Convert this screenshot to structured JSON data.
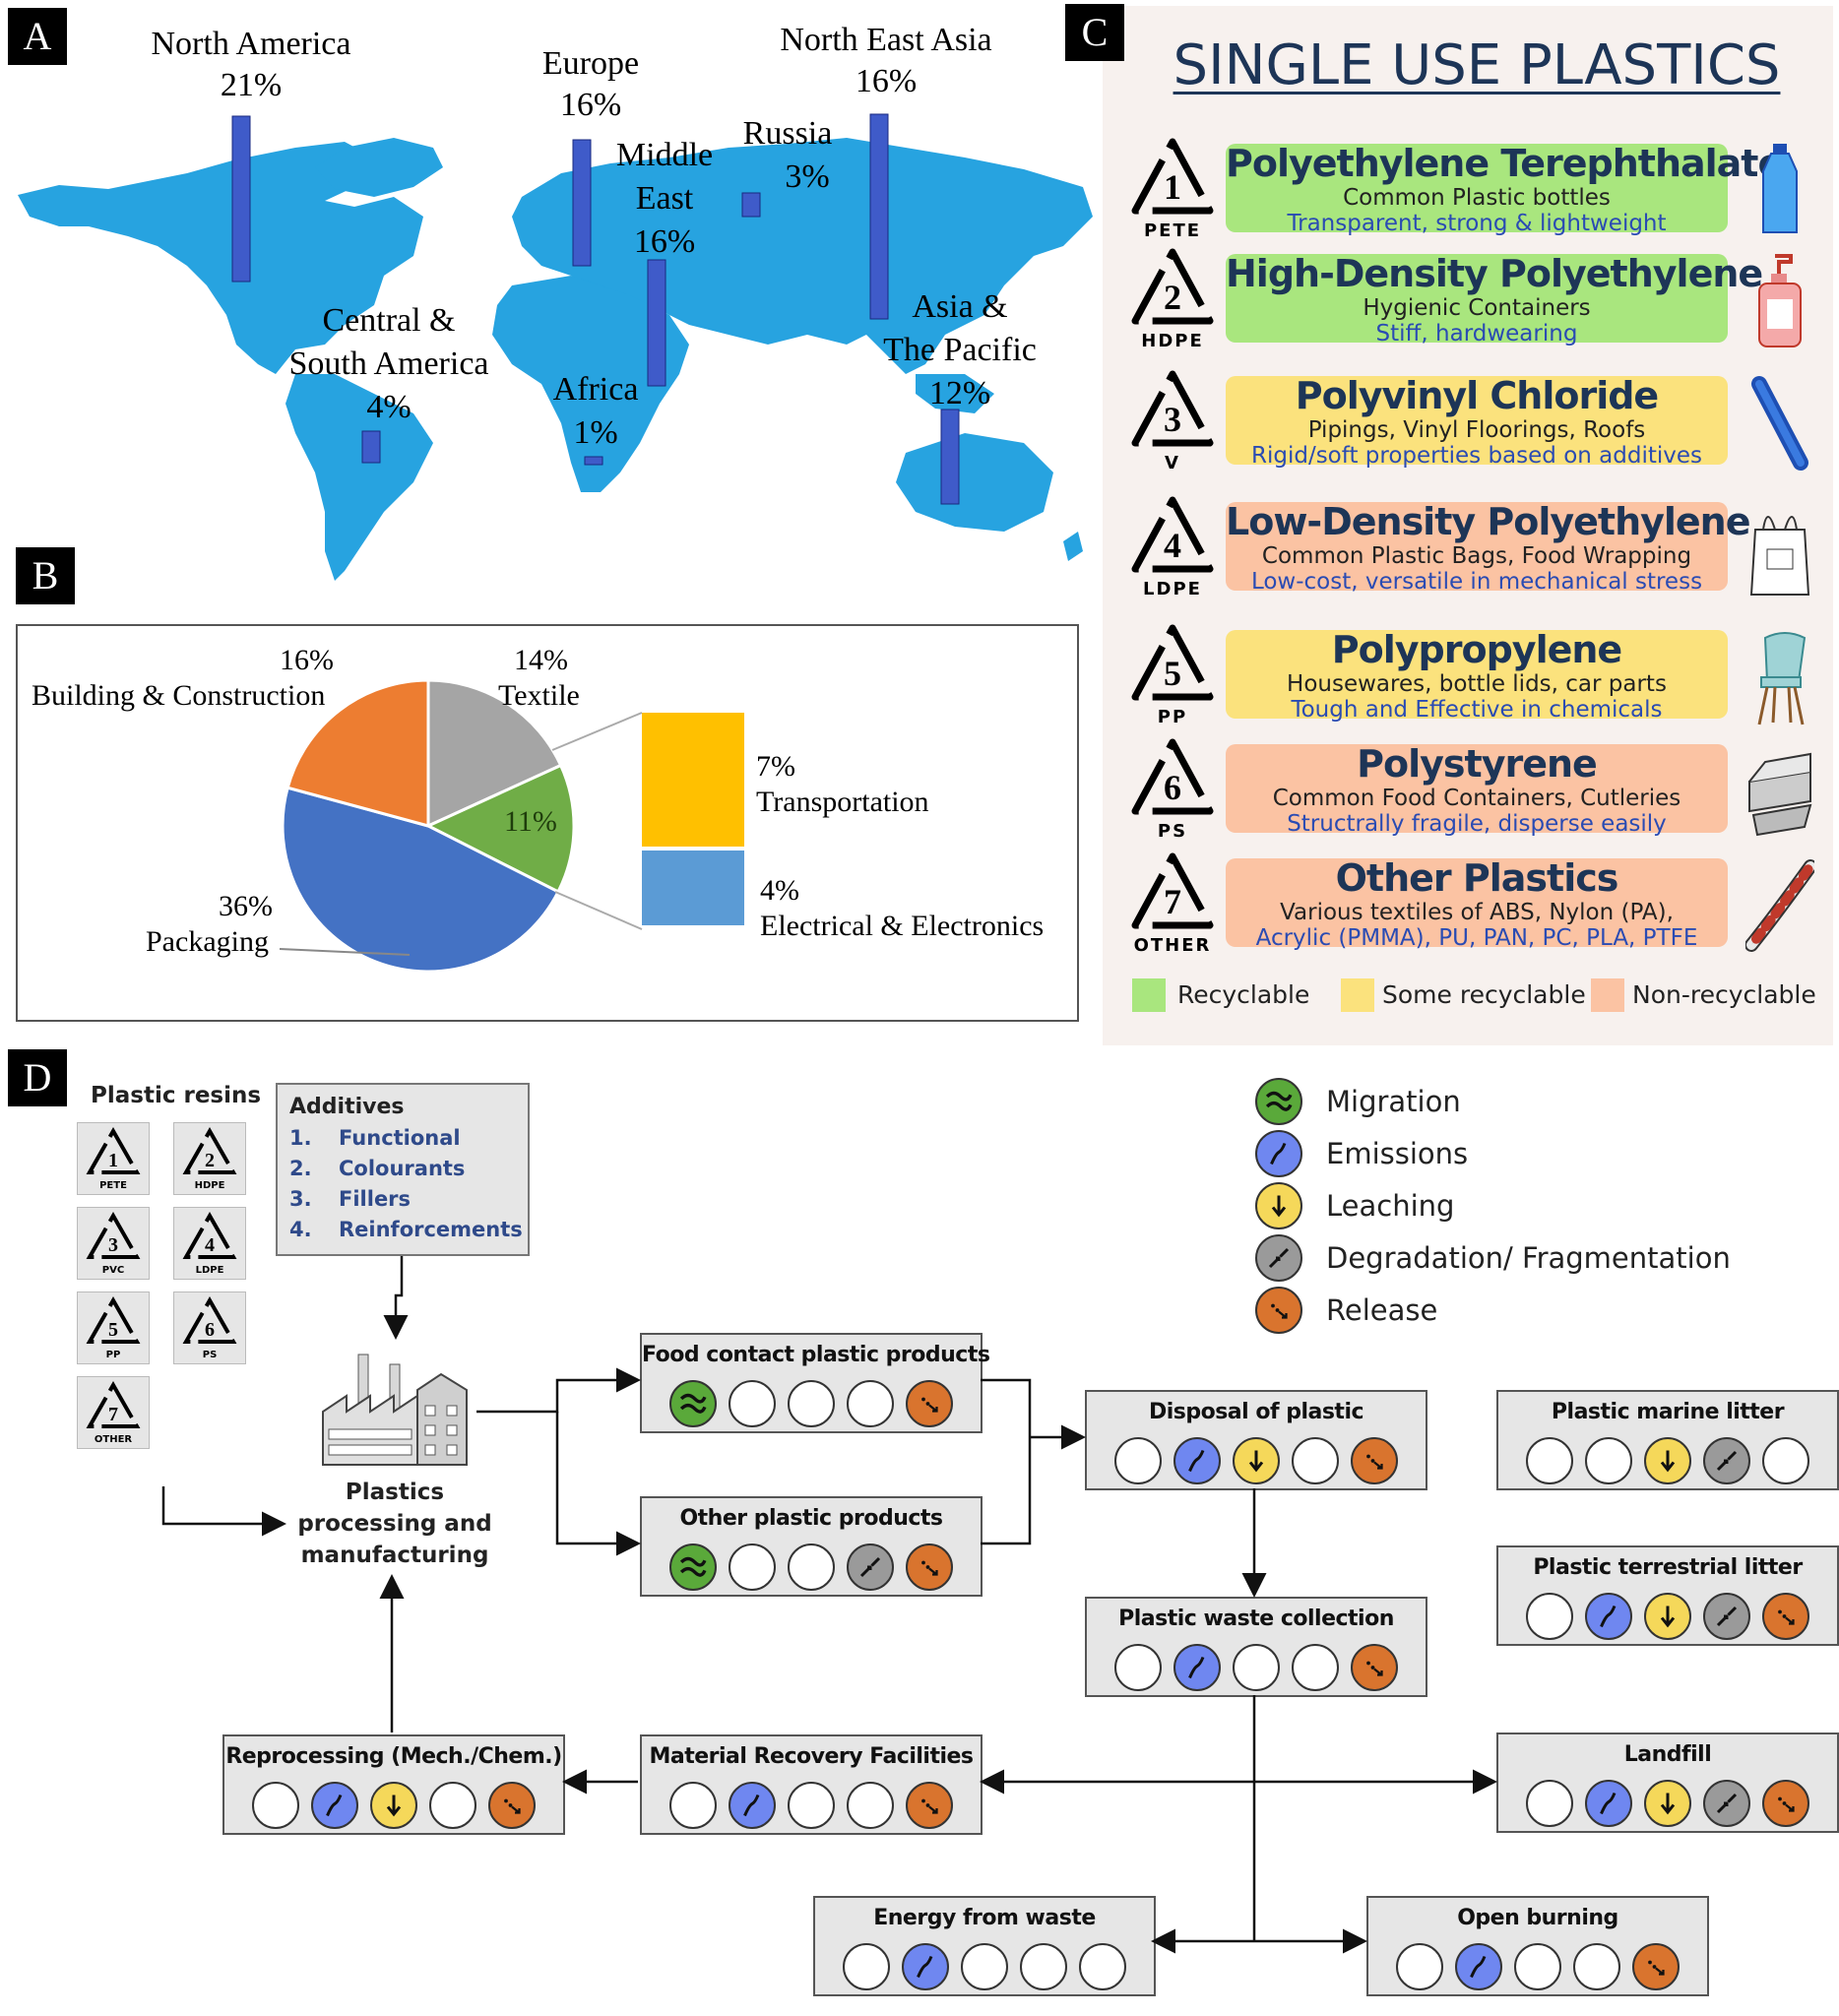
{
  "panel_letters": {
    "a": "A",
    "b": "B",
    "c": "C",
    "d": "D"
  },
  "map": {
    "regions": [
      {
        "id": "north_america",
        "line1": "North America",
        "line2": "21%",
        "value": 21
      },
      {
        "id": "europe",
        "line1": "Europe",
        "line2": "16%",
        "value": 16
      },
      {
        "id": "middle_east",
        "line1": "Middle",
        "line2": "East",
        "line3": "16%",
        "value": 16
      },
      {
        "id": "russia",
        "line1": "Russia",
        "line2": "3%",
        "value": 3
      },
      {
        "id": "north_east_asia",
        "line1": "North East Asia",
        "line2": "16%",
        "value": 16
      },
      {
        "id": "central_south_america",
        "line1": "Central &",
        "line2": "South America",
        "line3": "4%",
        "value": 4
      },
      {
        "id": "africa",
        "line1": "Africa",
        "line2": "1%",
        "value": 1
      },
      {
        "id": "asia_pacific",
        "line1": "Asia &",
        "line2": "The Pacific",
        "line3": "12%",
        "value": 12
      }
    ],
    "bar_color": "#3f5bc9",
    "land_color": "#27a3e0"
  },
  "chart_data": {
    "type": "pie",
    "slices": [
      {
        "label": "Packaging",
        "value": 36,
        "pct": "36%",
        "color": "#4472c4"
      },
      {
        "label": "Building & Construction",
        "value": 16,
        "pct": "16%",
        "color": "#ed7d31"
      },
      {
        "label": "Textile",
        "value": 14,
        "pct": "14%",
        "color": "#a5a5a5"
      },
      {
        "label": "",
        "value": 11,
        "pct": "11%",
        "color": "#70ad47"
      }
    ],
    "breakdown": [
      {
        "label": "Transportation",
        "value": 7,
        "pct": "7%",
        "color": "#ffc000"
      },
      {
        "label": "Electrical & Electronics",
        "value": 4,
        "pct": "4%",
        "color": "#5b9bd5"
      }
    ]
  },
  "plastics": {
    "title": "SINGLE USE PLASTICS",
    "items": [
      {
        "num": "1",
        "code": "PETE",
        "name": "Polyethylene Terephthalate",
        "use": "Common Plastic bottles",
        "prop": "Transparent, strong & lightweight",
        "band": "green",
        "icon": "bottle-icon"
      },
      {
        "num": "2",
        "code": "HDPE",
        "name": "High-Density Polyethylene",
        "use": "Hygienic Containers",
        "prop": "Stiff, hardwearing",
        "band": "green",
        "icon": "pump-bottle-icon"
      },
      {
        "num": "3",
        "code": "V",
        "name": "Polyvinyl Chloride",
        "use": "Pipings, Vinyl Floorings, Roofs",
        "prop": "Rigid/soft properties based on additives",
        "band": "yellow",
        "icon": "pipe-icon"
      },
      {
        "num": "4",
        "code": "LDPE",
        "name": "Low-Density Polyethylene",
        "use": "Common Plastic Bags, Food Wrapping",
        "prop": "Low-cost, versatile in mechanical stress",
        "band": "salmon",
        "icon": "shopping-bag-icon"
      },
      {
        "num": "5",
        "code": "PP",
        "name": "Polypropylene",
        "use": "Housewares, bottle lids, car parts",
        "prop": "Tough and Effective in chemicals",
        "band": "yellow",
        "icon": "chair-icon"
      },
      {
        "num": "6",
        "code": "PS",
        "name": "Polystyrene",
        "use": "Common Food Containers, Cutleries",
        "prop": "Structrally fragile, disperse easily",
        "band": "salmon",
        "icon": "food-container-icon"
      },
      {
        "num": "7",
        "code": "OTHER",
        "name": "Other Plastics",
        "use": "Various textiles of ABS, Nylon (PA),",
        "prop": "Acrylic (PMMA), PU, PAN, PC, PLA, PTFE",
        "band": "salmon",
        "icon": "rope-icon"
      }
    ],
    "legend": {
      "recyclable": "Recyclable",
      "some": "Some recyclable",
      "non": "Non-recyclable"
    },
    "colors": {
      "green": "#a9e67e",
      "yellow": "#fbe27d",
      "salmon": "#fbc3a3"
    }
  },
  "lifecycle": {
    "resins_title": "Plastic resins",
    "resins": [
      {
        "num": "1",
        "code": "PETE"
      },
      {
        "num": "2",
        "code": "HDPE"
      },
      {
        "num": "3",
        "code": "PVC"
      },
      {
        "num": "4",
        "code": "LDPE"
      },
      {
        "num": "5",
        "code": "PP"
      },
      {
        "num": "6",
        "code": "PS"
      },
      {
        "num": "7",
        "code": "OTHER"
      }
    ],
    "additives_title": "Additives",
    "additives": [
      {
        "n": "1.",
        "t": "Functional"
      },
      {
        "n": "2.",
        "t": "Colourants"
      },
      {
        "n": "3.",
        "t": "Fillers"
      },
      {
        "n": "4.",
        "t": "Reinforcements"
      }
    ],
    "processing": {
      "line1": "Plastics",
      "line2": "processing and",
      "line3": "manufacturing"
    },
    "legend": [
      {
        "key": "migration",
        "label": "Migration"
      },
      {
        "key": "emissions",
        "label": "Emissions"
      },
      {
        "key": "leaching",
        "label": "Leaching"
      },
      {
        "key": "degradation",
        "label": "Degradation/ Fragmentation"
      },
      {
        "key": "release",
        "label": "Release"
      }
    ],
    "boxes": {
      "food_contact": "Food contact plastic products",
      "other_products": "Other plastic products",
      "disposal": "Disposal of plastic",
      "marine": "Plastic marine litter",
      "terrestrial": "Plastic terrestrial litter",
      "collection": "Plastic waste collection",
      "reprocessing": "Reprocessing (Mech./Chem.)",
      "mrf": "Material Recovery Facilities",
      "landfill": "Landfill",
      "energy": "Energy from waste",
      "burning": "Open burning"
    }
  }
}
